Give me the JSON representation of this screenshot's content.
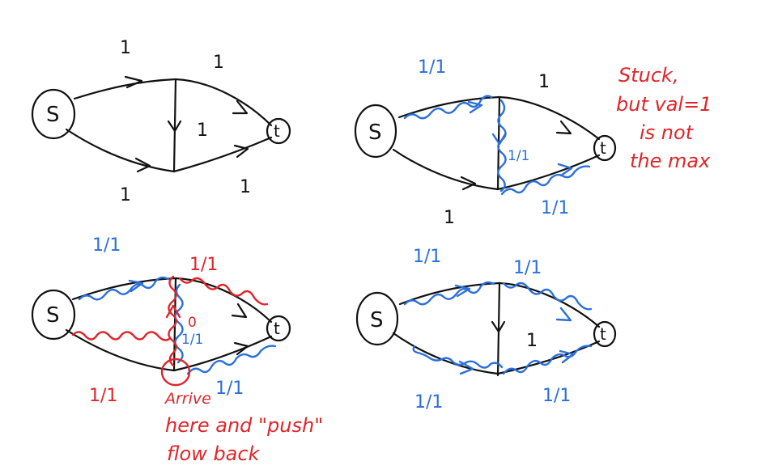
{
  "colors": {
    "ink": "#111111",
    "blue": "#2a6fdb",
    "red": "#e0242a"
  },
  "panels": [
    {
      "id": "top-left",
      "node_s": "S",
      "node_t": "t",
      "edges": {
        "s_top": "1",
        "top_t": "1",
        "mid": "1",
        "s_bottom": "1",
        "bottom_t": "1"
      }
    },
    {
      "id": "top-right",
      "node_s": "S",
      "node_t": "t",
      "edges": {
        "s_top": "1/1",
        "top_t": "1",
        "mid": "1/1",
        "s_bottom": "1",
        "bottom_t": "1/1"
      },
      "note": [
        "Stuck,",
        "but val=1",
        "is not",
        "the max"
      ]
    },
    {
      "id": "bottom-left",
      "node_s": "S",
      "node_t": "t",
      "edges": {
        "s_top": "1/1",
        "top_t": "1/1",
        "mid": "1/1",
        "mid_extra": "0",
        "s_bottom": "1/1",
        "bottom_t": "1/1"
      },
      "note": [
        "Arrive",
        "here and \"push\"",
        "flow back"
      ]
    },
    {
      "id": "bottom-right",
      "node_s": "S",
      "node_t": "t",
      "edges": {
        "s_top": "1/1",
        "top_t": "1/1",
        "mid": "1",
        "s_bottom": "1/1",
        "bottom_t": "1/1"
      }
    }
  ]
}
